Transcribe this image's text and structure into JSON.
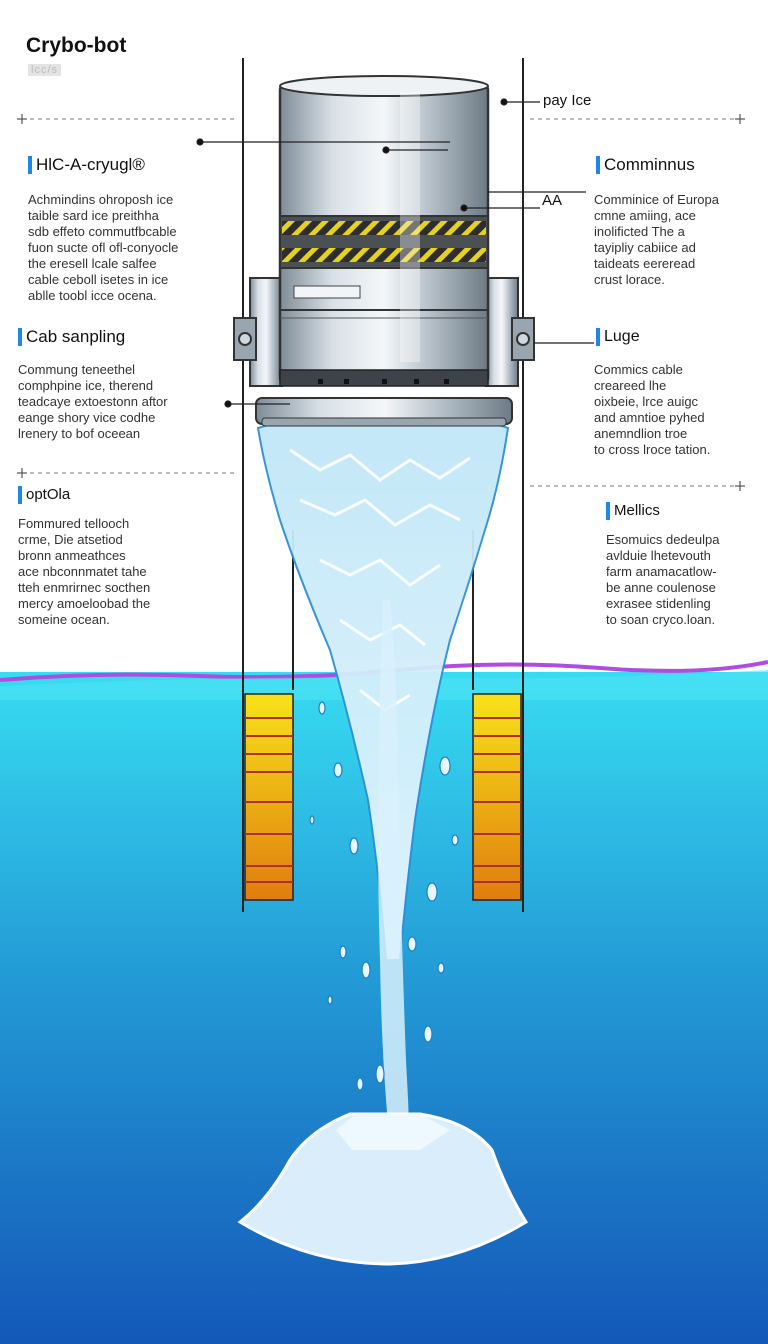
{
  "title": "Crybo-bot",
  "subtitle": "lcc/s",
  "callouts": {
    "pay_ice": "pay Ice",
    "aa": "AA"
  },
  "left_sections": [
    {
      "heading": "HlC-A-cryugl®",
      "lines": [
        "Achmindins ohroposh ice",
        "taible sard ice preithha",
        "sdb effeto commutfbcable",
        "fuon sucte ofl ofl-conyocle",
        "the eresell lcale salfee",
        "cable ceboll isetes in ice",
        "ablle toobl icce ocena."
      ]
    },
    {
      "heading": "Cab sanpling",
      "lines": [
        "Commung teneethel",
        "comphpine ice, therend",
        "teadcaye extoestonn aftor",
        "eange shory vice codhe",
        "lrenery to bof oceean"
      ]
    },
    {
      "heading": "optOla",
      "lines": [
        "Fommured tellooch",
        "crme, Die atsetiod",
        "bronn anmeathces",
        "ace nbconnmatet tahe",
        "tteh enmrirnec socthen",
        "mercy amoeloobad the",
        "someine ocean."
      ]
    }
  ],
  "right_sections": [
    {
      "heading": "Comminnus",
      "lines": [
        "Comminice of Europa",
        "cmne amiing, ace",
        "inolificted The a",
        "tayipliy cabiice ad",
        "taideats eereread",
        "crust lorace."
      ]
    },
    {
      "heading": "Luge",
      "lines": [
        "Commics cable",
        "creareed lhe",
        "oixbeie, lrce auigc",
        "and amntioe pyhed",
        "anemndlion troe",
        "to cross lroce tation."
      ]
    },
    {
      "heading": "Mellics",
      "lines": [
        "Esomuics dedeulpa",
        "avlduie lhetevouth",
        "farm anamacatlow-",
        "be anne coulenose",
        "exrasee stidenling",
        "to soan cryco.loan."
      ]
    }
  ],
  "colors": {
    "ocean_top": "#33d6f0",
    "ocean_bottom": "#1565c0",
    "waterline": "#b14ce0",
    "accent": "#1e88e5",
    "stripe_yellow": "#f5d416",
    "stripe_orange": "#e08a10",
    "stripe_red": "#c0392b",
    "metal": "#a9b4bd"
  }
}
